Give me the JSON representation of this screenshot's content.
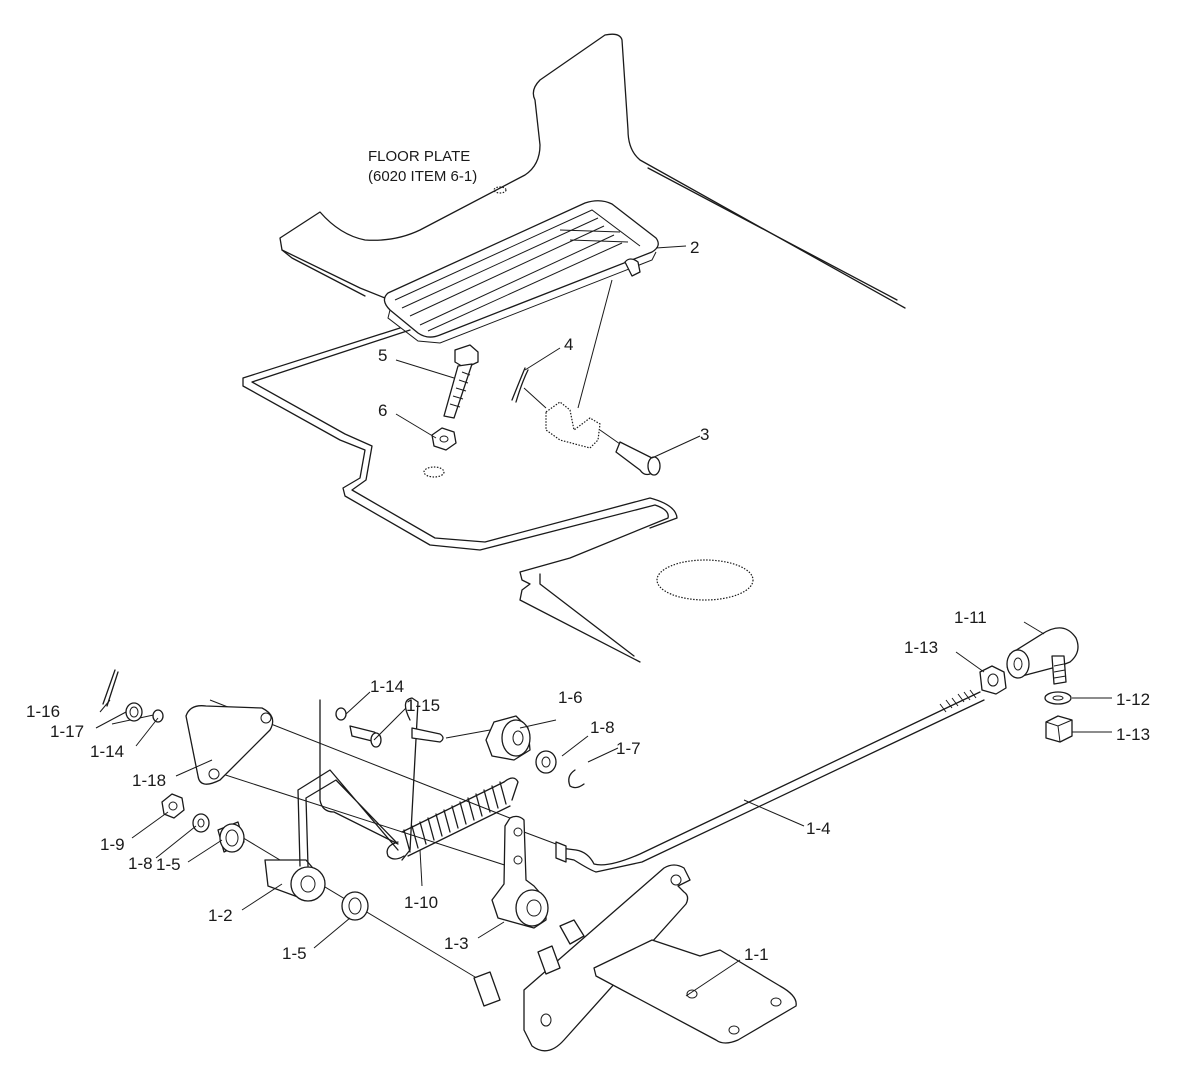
{
  "floor_plate_note": {
    "line1": "FLOOR PLATE",
    "line2": "(6020 ITEM 6-1)"
  },
  "callouts": {
    "c2": "2",
    "c3": "3",
    "c4": "4",
    "c5": "5",
    "c6": "6",
    "c1_1": "1-1",
    "c1_2": "1-2",
    "c1_3": "1-3",
    "c1_4": "1-4",
    "c1_5a": "1-5",
    "c1_5b": "1-5",
    "c1_6": "1-6",
    "c1_7": "1-7",
    "c1_8a": "1-8",
    "c1_8b": "1-8",
    "c1_9": "1-9",
    "c1_10": "1-10",
    "c1_11": "1-11",
    "c1_12": "1-12",
    "c1_13a": "1-13",
    "c1_13b": "1-13",
    "c1_14a": "1-14",
    "c1_14b": "1-14",
    "c1_15": "1-15",
    "c1_16": "1-16",
    "c1_17": "1-17",
    "c1_18": "1-18"
  }
}
